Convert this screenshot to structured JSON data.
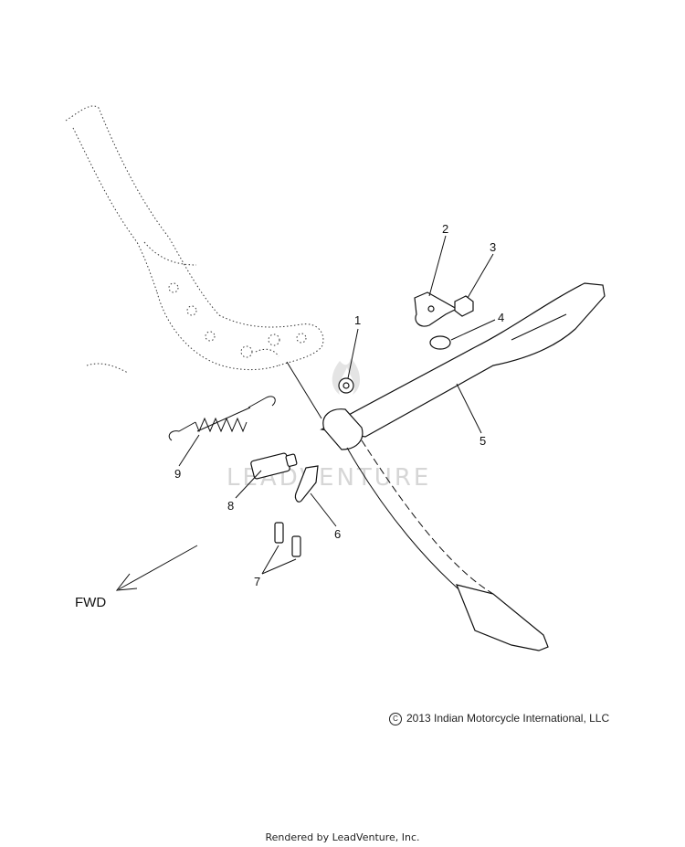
{
  "callouts": [
    {
      "id": "1",
      "label": "1"
    },
    {
      "id": "2",
      "label": "2"
    },
    {
      "id": "3",
      "label": "3"
    },
    {
      "id": "4",
      "label": "4"
    },
    {
      "id": "5",
      "label": "5"
    },
    {
      "id": "6",
      "label": "6"
    },
    {
      "id": "7",
      "label": "7"
    },
    {
      "id": "8",
      "label": "8"
    },
    {
      "id": "9",
      "label": "9"
    }
  ],
  "direction_label": "FWD",
  "watermark": "LEADVENTURE",
  "copyright_symbol": "C",
  "copyright": "2013 Indian Motorcycle International, LLC",
  "rendered_by": "Rendered by LeadVenture, Inc."
}
